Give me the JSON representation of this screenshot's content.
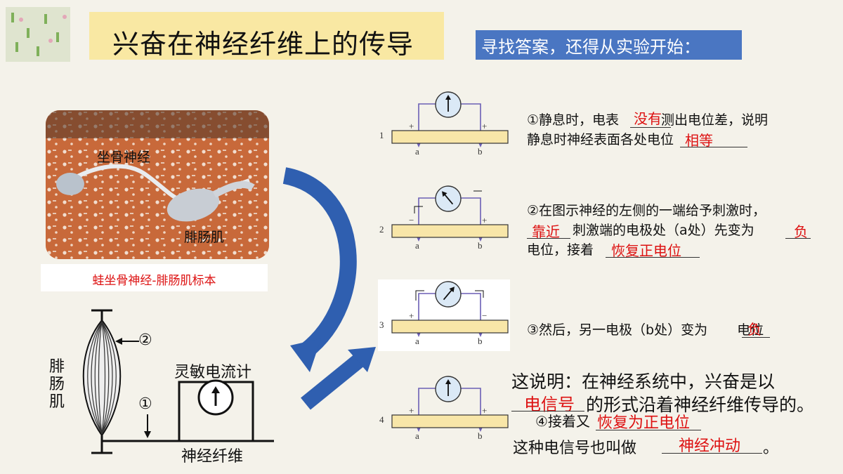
{
  "title": "兴奋在神经纤维上的传导",
  "subtitle": "寻找答案，还得从实验开始：",
  "photo": {
    "label_nerve": "坐骨神经",
    "label_muscle": "腓肠肌",
    "caption": "蛙坐骨神经-腓肠肌标本"
  },
  "apparatus": {
    "muscle_label": "腓肠肌",
    "marker_1": "①",
    "marker_2": "②",
    "meter_label": "灵敏电流计",
    "fiber_label": "神经纤维"
  },
  "experiments": [
    {
      "num": "1",
      "a": "a",
      "b": "b",
      "left_sign": "+",
      "right_sign": "+"
    },
    {
      "num": "2",
      "a": "a",
      "b": "b",
      "left_sign": "−",
      "right_sign": "+"
    },
    {
      "num": "3",
      "a": "a",
      "b": "b",
      "left_sign": "+",
      "right_sign": "−"
    },
    {
      "num": "4",
      "a": "a",
      "b": "b",
      "left_sign": "+",
      "right_sign": "+"
    }
  ],
  "step1": {
    "line1_prefix": "①静息时，电表",
    "line1_answer": "没有",
    "line1_suffix": "测出电位差，说明",
    "line2_prefix": "静息时神经表面各处电位",
    "line2_answer": "相等"
  },
  "step2": {
    "line1": "②在图示神经的左侧的一端给予刺激时，",
    "line2_answer1": "靠近",
    "line2_middle": "刺激端的电极处（a处）先变为",
    "line2_answer2": "负",
    "line3_prefix": "电位，接着",
    "line3_answer": "恢复正电位"
  },
  "step3": {
    "prefix": "③然后，另一电极（b处）变为",
    "answer": "负",
    "suffix": "电位"
  },
  "conclusion": {
    "line1": "这说明：在神经系统中，兴奋是以",
    "line2_answer": "电信号",
    "line2_suffix": "的形式沿着神经纤维传导的。",
    "line3_prefix": "这种电信号也叫做",
    "line3_answer": "神经冲动",
    "line3_suffix": "。"
  },
  "step4": {
    "prefix": "④接着又",
    "answer": "恢复为正电位"
  },
  "colors": {
    "title_bg": "#f9e8a3",
    "subtitle_bg": "#4a76c2",
    "answer": "#dd1111",
    "arrow": "#2f5fb0",
    "fiber": "#f8e6a8",
    "wire": "#6b5fb5"
  }
}
